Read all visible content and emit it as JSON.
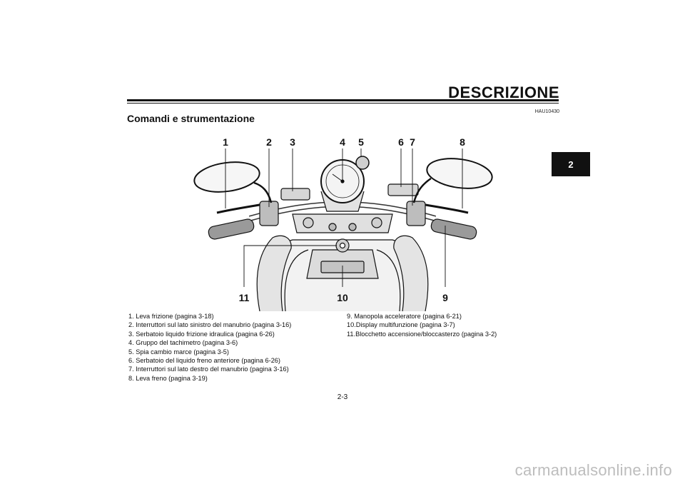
{
  "header": {
    "section_title": "DESCRIZIONE",
    "chapter_tab": "2",
    "doc_code": "HAU10430",
    "subtitle": "Comandi e strumentazione"
  },
  "figure": {
    "callouts": [
      "1",
      "2",
      "3",
      "4",
      "5",
      "6",
      "7",
      "8",
      "9",
      "10",
      "11"
    ]
  },
  "legend": {
    "left": [
      "1.  Leva frizione (pagina 3-18)",
      "2.  Interruttori sul lato sinistro del manubrio (pagina 3-16)",
      "3.  Serbatoio liquido frizione idraulica (pagina 6-26)",
      "4.  Gruppo del tachimetro (pagina 3-6)",
      "5.  Spia cambio marce (pagina 3-5)",
      "6.  Serbatoio del liquido freno anteriore (pagina 6-26)",
      "7.  Interruttori sul lato destro del manubrio (pagina 3-16)",
      "8.  Leva freno (pagina 3-19)"
    ],
    "right": [
      "9.  Manopola acceleratore (pagina 6-21)",
      "10.Display multifunzione (pagina 3-7)",
      "11.Blocchetto accensione/bloccasterzo (pagina 3-2)"
    ]
  },
  "footer": {
    "page_number": "2-3",
    "watermark": "carmanualsonline.info"
  }
}
